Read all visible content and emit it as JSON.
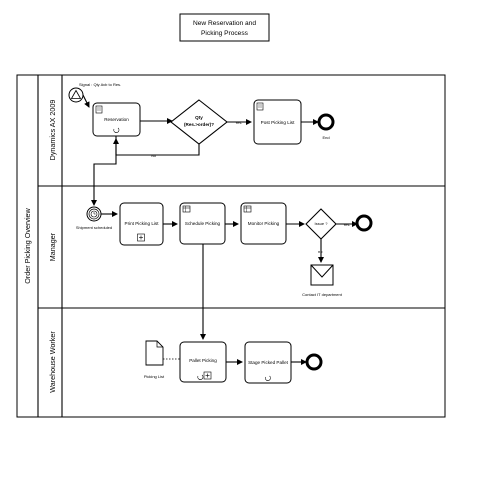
{
  "title": {
    "line1": "New Reservation and",
    "line2": "Picking Process"
  },
  "pool": {
    "label": "Order Picking Overview"
  },
  "lanes": [
    {
      "label": "Dynamics AX 2009"
    },
    {
      "label": "Manager"
    },
    {
      "label": "Warehouse Worker"
    }
  ],
  "events": {
    "signal": "Signal : Qty Avb to Res.",
    "end1": "End",
    "timer": "Shipment scheduled"
  },
  "tasks": {
    "reservation": "Reservation",
    "post_picking_list": "Post Picking List",
    "print_picking_list": "Print Picking List",
    "schedule_picking": "Schedule Picking",
    "monitor_picking": "Monitor Picking",
    "pallet_picking": "Pallet Picking",
    "stage_picked_pallet": "Stage Picked Pallet"
  },
  "gateways": {
    "qty_line1": "Qty",
    "qty_line2": "(Res.>order)?",
    "issue": "Issue ?"
  },
  "flows": {
    "yes1": "Yes",
    "no1": "No",
    "yes2": "Yes",
    "no2": "no"
  },
  "message": {
    "label": "Contact IT department"
  },
  "data_object": {
    "label": "Picking List"
  }
}
